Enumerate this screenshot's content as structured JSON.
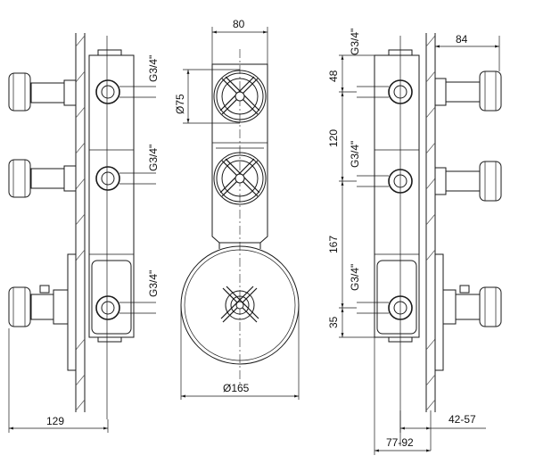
{
  "dims": {
    "left_depth": "129",
    "front_width": "80",
    "diameter_cap": "Ø75",
    "diameter_round": "Ø165",
    "right_depth": "84",
    "v48": "48",
    "v120": "120",
    "v167": "167",
    "v35": "35",
    "range_42_57": "42-57",
    "range_77_92": "77-92"
  },
  "threads": {
    "left": [
      "G3/4\"",
      "G3/4\"",
      "G3/4\""
    ],
    "right": [
      "G3/4\"",
      "G3/4\"",
      "G3/4\""
    ]
  }
}
